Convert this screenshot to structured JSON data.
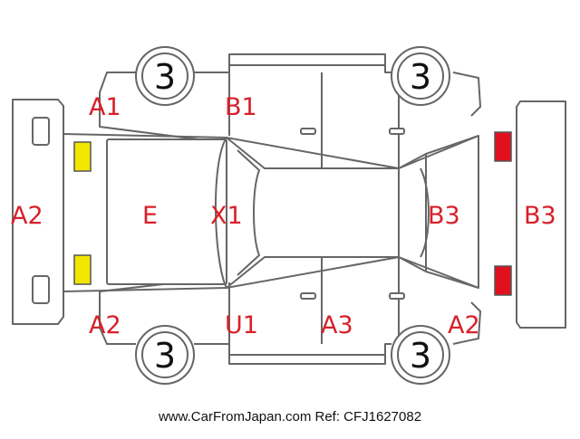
{
  "colors": {
    "damage_code": "#d8202a",
    "line": "#666666",
    "front_light_marker": "#f2e600",
    "rear_light_marker": "#e0101e",
    "tire_number": "#111111"
  },
  "tires": {
    "front_left": "3",
    "rear_left": "3",
    "front_right": "3",
    "rear_right": "3"
  },
  "codes": {
    "front_bumper": "A2",
    "front_left_fender": "A1",
    "front_left_door": "B1",
    "front_right_fender": "A2",
    "front_right_door": "U1",
    "rear_right_door": "A3",
    "rear_right_quarter": "A2",
    "hood": "E",
    "windshield": "X1",
    "rear_gate": "B3",
    "rear_bumper": "B3"
  },
  "footer": "www.CarFromJapan.com Ref: CFJ1627082"
}
